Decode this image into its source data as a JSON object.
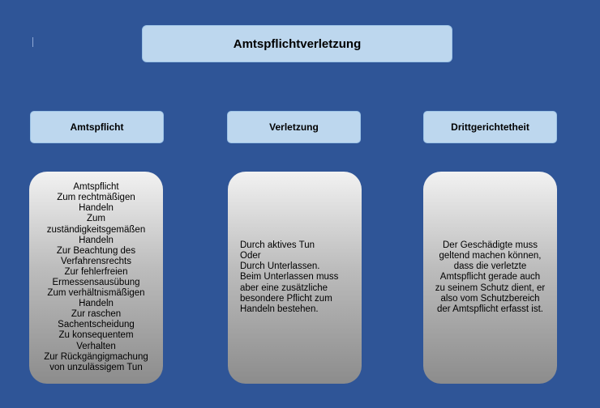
{
  "title": "Amtspflichtverletzung",
  "columns": [
    {
      "header": "Amtspflicht",
      "text": "Amtspflicht\nZum rechtmäßigen\nHandeln\nZum\nzuständigkeitsgemäßen\nHandeln\nZur Beachtung des\nVerfahrensrechts\nZur fehlerfreien\nErmessensausübung\nZum verhältnismäßigen\nHandeln\nZur raschen\nSachentscheidung\nZu konsequentem\nVerhalten\nZur Rückgängigmachung\nvon unzulässigem Tun"
    },
    {
      "header": "Verletzung",
      "text": "Durch aktives Tun\nOder\nDurch Unterlassen.\nBeim Unterlassen muss\naber eine zusätzliche\nbesondere Pflicht zum\nHandeln bestehen."
    },
    {
      "header": "Drittgerichtetheit",
      "text": "Der Geschädigte muss\ngeltend machen können,\ndass die verletzte\nAmtspflicht gerade auch\nzu seinem Schutz dient, er\nalso vom Schutzbereich\nder Amtspflicht erfasst ist."
    }
  ]
}
